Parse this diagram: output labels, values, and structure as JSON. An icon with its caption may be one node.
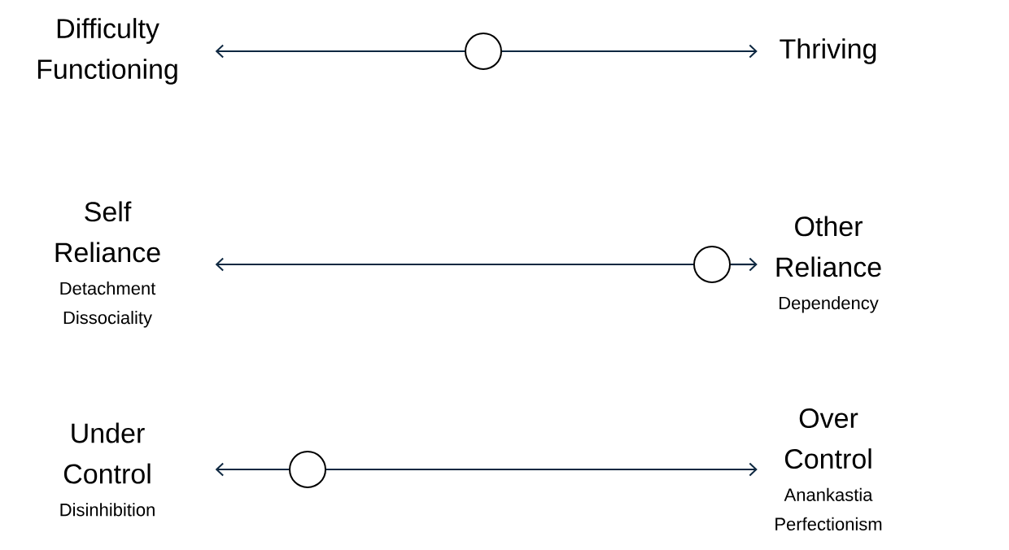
{
  "diagram": {
    "nodes": [
      {
        "text": [
          "Difficulty Functioning"
        ]
      },
      {
        "text": [],
        "shape": "circle"
      },
      {
        "text": [
          "Thriving"
        ]
      },
      {
        "text": [
          "Self Reliance",
          "Detachment Dissociality"
        ]
      },
      {
        "text": [],
        "shape": "circle"
      },
      {
        "text": [
          "Other Reliance",
          "Dependency"
        ]
      },
      {
        "text": [
          "Under Control",
          "Disinhibition"
        ]
      },
      {
        "text": [],
        "shape": "circle"
      },
      {
        "text": [
          "Over Control",
          "Anankastia Perfectionism"
        ]
      }
    ],
    "edges": [
      {
        "from": 1,
        "to": 0,
        "arrow": "to"
      },
      {
        "from": 1,
        "to": 2,
        "arrow": "to"
      },
      {
        "from": 4,
        "to": 3,
        "arrow": "to"
      },
      {
        "from": 4,
        "to": 5,
        "arrow": "to"
      },
      {
        "from": 7,
        "to": 6,
        "arrow": "to"
      },
      {
        "from": 7,
        "to": 8,
        "arrow": "to"
      }
    ]
  }
}
